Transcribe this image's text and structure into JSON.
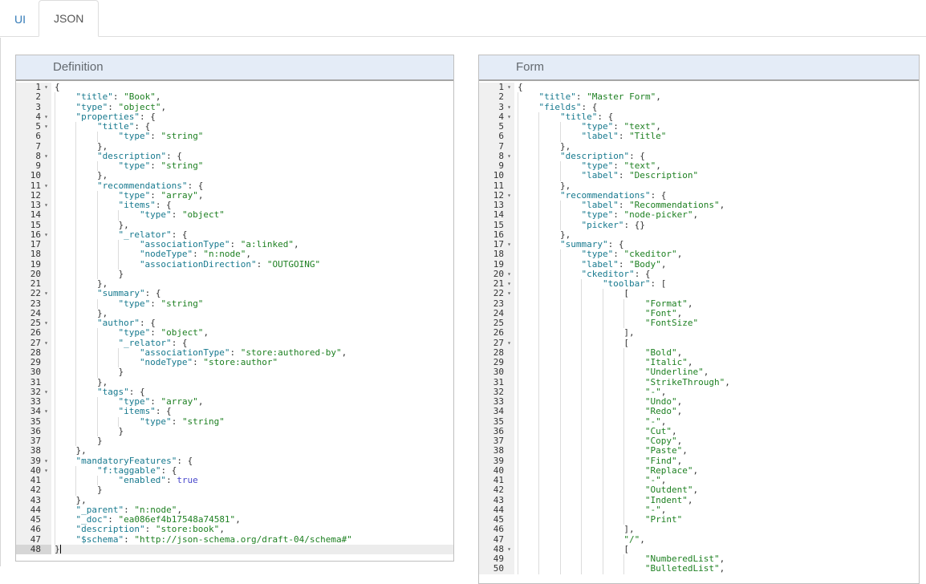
{
  "tabs": [
    {
      "label": "UI",
      "active": false
    },
    {
      "label": "JSON",
      "active": true
    }
  ],
  "colors": {
    "key": "#17798e",
    "string": "#1e8022",
    "constant": "#4848cc",
    "plain": "#333333",
    "gutter-bg": "#f0f0f0",
    "gutter-active-bg": "#d6d6d6",
    "active-line-bg": "#ececec",
    "header-bg": "#e4ecf7",
    "tab-link": "#337ab7",
    "tab-active-text": "#555555"
  },
  "panels": [
    {
      "title": "Definition",
      "active_line": 48,
      "lines": [
        "{",
        "    \"title\": \"Book\",",
        "    \"type\": \"object\",",
        "    \"properties\": {",
        "        \"title\": {",
        "            \"type\": \"string\"",
        "        },",
        "        \"description\": {",
        "            \"type\": \"string\"",
        "        },",
        "        \"recommendations\": {",
        "            \"type\": \"array\",",
        "            \"items\": {",
        "                \"type\": \"object\"",
        "            },",
        "            \"_relator\": {",
        "                \"associationType\": \"a:linked\",",
        "                \"nodeType\": \"n:node\",",
        "                \"associationDirection\": \"OUTGOING\"",
        "            }",
        "        },",
        "        \"summary\": {",
        "            \"type\": \"string\"",
        "        },",
        "        \"author\": {",
        "            \"type\": \"object\",",
        "            \"_relator\": {",
        "                \"associationType\": \"store:authored-by\",",
        "                \"nodeType\": \"store:author\"",
        "            }",
        "        },",
        "        \"tags\": {",
        "            \"type\": \"array\",",
        "            \"items\": {",
        "                \"type\": \"string\"",
        "            }",
        "        }",
        "    },",
        "    \"mandatoryFeatures\": {",
        "        \"f:taggable\": {",
        "            \"enabled\": true",
        "        }",
        "    },",
        "    \"_parent\": \"n:node\",",
        "    \"_doc\": \"ea086ef4b17548a74581\",",
        "    \"description\": \"store:book\",",
        "    \"$schema\": \"http://json-schema.org/draft-04/schema#\"",
        "}"
      ]
    },
    {
      "title": "Form",
      "active_line": 0,
      "lines": [
        "{",
        "    \"title\": \"Master Form\",",
        "    \"fields\": {",
        "        \"title\": {",
        "            \"type\": \"text\",",
        "            \"label\": \"Title\"",
        "        },",
        "        \"description\": {",
        "            \"type\": \"text\",",
        "            \"label\": \"Description\"",
        "        },",
        "        \"recommendations\": {",
        "            \"label\": \"Recommendations\",",
        "            \"type\": \"node-picker\",",
        "            \"picker\": {}",
        "        },",
        "        \"summary\": {",
        "            \"type\": \"ckeditor\",",
        "            \"label\": \"Body\",",
        "            \"ckeditor\": {",
        "                \"toolbar\": [",
        "                    [",
        "                        \"Format\",",
        "                        \"Font\",",
        "                        \"FontSize\"",
        "                    ],",
        "                    [",
        "                        \"Bold\",",
        "                        \"Italic\",",
        "                        \"Underline\",",
        "                        \"StrikeThrough\",",
        "                        \"-\",",
        "                        \"Undo\",",
        "                        \"Redo\",",
        "                        \"-\",",
        "                        \"Cut\",",
        "                        \"Copy\",",
        "                        \"Paste\",",
        "                        \"Find\",",
        "                        \"Replace\",",
        "                        \"-\",",
        "                        \"Outdent\",",
        "                        \"Indent\",",
        "                        \"-\",",
        "                        \"Print\"",
        "                    ],",
        "                    \"/\",",
        "                    [",
        "                        \"NumberedList\",",
        "                        \"BulletedList\","
      ]
    }
  ]
}
